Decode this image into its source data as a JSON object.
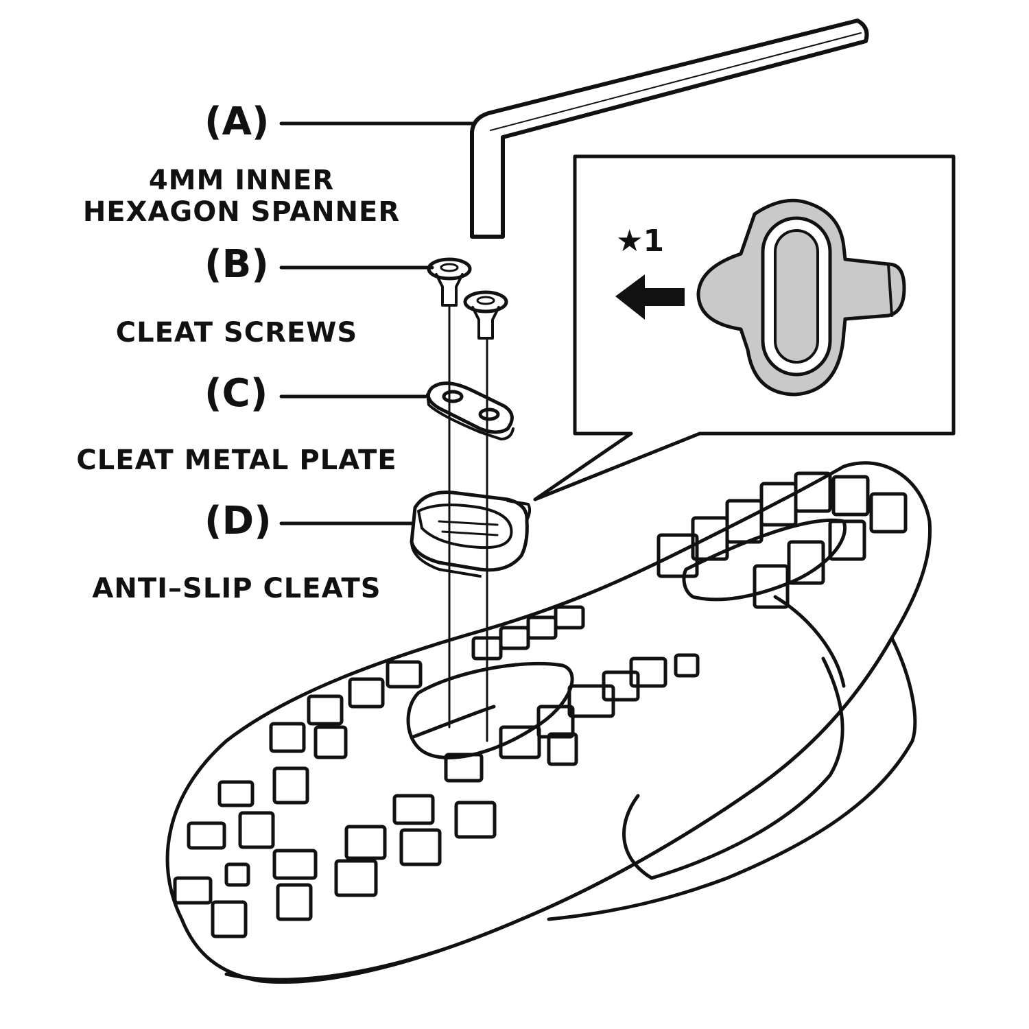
{
  "parts": [
    {
      "letter": "(A)",
      "name_line1": "4MM INNER",
      "name_line2": "HEXAGON SPANNER"
    },
    {
      "letter": "(B)",
      "name_line1": "CLEAT SCREWS"
    },
    {
      "letter": "(C)",
      "name_line1": "CLEAT METAL PLATE"
    },
    {
      "letter": "(D)",
      "name_line1": "ANTI–SLIP CLEATS"
    }
  ],
  "detail_view": {
    "note": "★1"
  },
  "colors": {
    "ink": "#111111",
    "cleat_fill": "#c9c9c9",
    "background": "#ffffff"
  }
}
